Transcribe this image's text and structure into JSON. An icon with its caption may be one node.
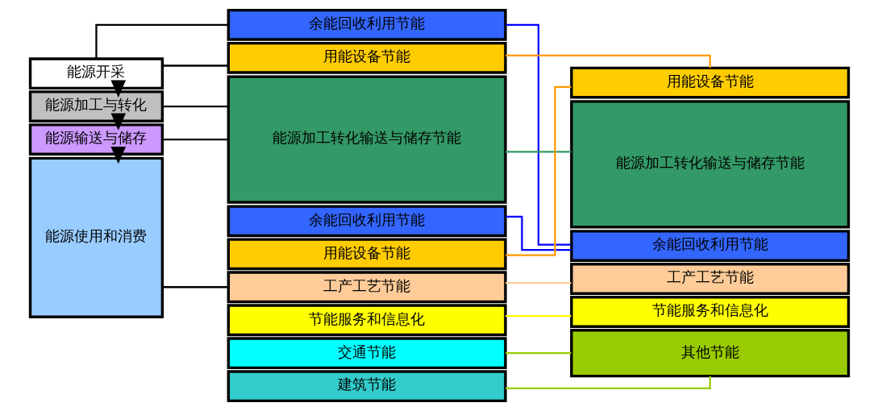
{
  "diagram": {
    "nodes": [
      {
        "text": [
          "能源开采"
        ]
      },
      {
        "text": [
          "能源加工与转化"
        ]
      },
      {
        "text": [
          "能源输送与储存"
        ]
      },
      {
        "text": [
          "能源使用和消费"
        ]
      },
      {
        "text": [
          "余能回收利用节能"
        ]
      },
      {
        "text": [
          "用能设备节能"
        ]
      },
      {
        "text": [
          "能源加工转化输送与储存节能"
        ]
      },
      {
        "text": [
          "余能回收利用节能"
        ]
      },
      {
        "text": [
          "用能设备节能"
        ]
      },
      {
        "text": [
          "工产工艺节能"
        ]
      },
      {
        "text": [
          "节能服务和信息化"
        ]
      },
      {
        "text": [
          "交通节能"
        ]
      },
      {
        "text": [
          "建筑节能"
        ]
      },
      {
        "text": [
          "用能设备节能"
        ]
      },
      {
        "text": [
          "能源加工转化输送与储存节能"
        ]
      },
      {
        "text": [
          "余能回收利用节能"
        ]
      },
      {
        "text": [
          "工产工艺节能"
        ]
      },
      {
        "text": [
          "节能服务和信息化"
        ]
      },
      {
        "text": [
          "其他节能"
        ]
      }
    ],
    "edges": [
      {
        "from": 0,
        "to": 1,
        "arrow": "to",
        "style": "thick"
      },
      {
        "from": 1,
        "to": 2,
        "arrow": "to",
        "style": "thick"
      },
      {
        "from": 2,
        "to": 3,
        "arrow": "to",
        "style": "thick"
      },
      {
        "from": 0,
        "to": 4,
        "arrow": "none"
      },
      {
        "from": 0,
        "to": 5,
        "arrow": "none"
      },
      {
        "from": 1,
        "to": 6,
        "arrow": "none"
      },
      {
        "from": 2,
        "to": 6,
        "arrow": "none"
      },
      {
        "from": 3,
        "to": 9,
        "arrow": "none"
      },
      {
        "from": 4,
        "to": 15,
        "arrow": "none",
        "color": "#0000ff"
      },
      {
        "from": 7,
        "to": 15,
        "arrow": "none",
        "color": "#0000ff"
      },
      {
        "from": 5,
        "to": 13,
        "arrow": "none",
        "color": "#ff9900"
      },
      {
        "from": 8,
        "to": 13,
        "arrow": "none",
        "color": "#ff9900"
      },
      {
        "from": 6,
        "to": 14,
        "arrow": "none",
        "color": "#339966"
      },
      {
        "from": 9,
        "to": 16,
        "arrow": "none",
        "color": "#ffcc99"
      },
      {
        "from": 10,
        "to": 17,
        "arrow": "none",
        "color": "#ffff00"
      },
      {
        "from": 11,
        "to": 18,
        "arrow": "none",
        "color": "#99cc00"
      },
      {
        "from": 12,
        "to": 18,
        "arrow": "none",
        "color": "#99cc00"
      }
    ]
  }
}
